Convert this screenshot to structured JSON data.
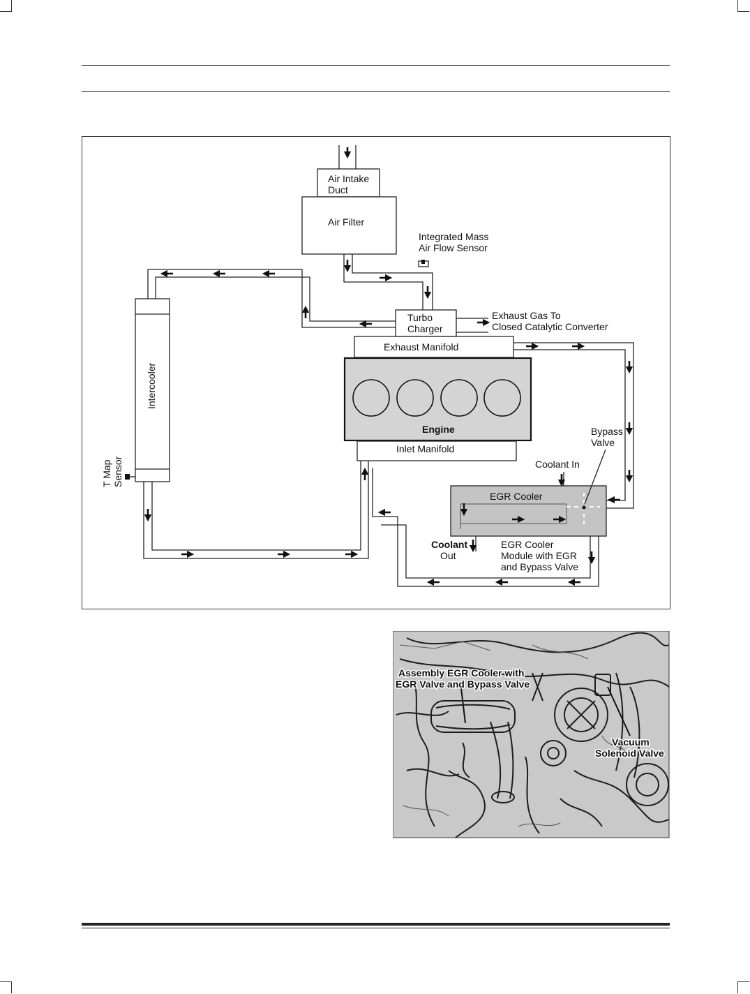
{
  "diagram": {
    "labels": {
      "air_intake_duct_1": "Air Intake",
      "air_intake_duct_2": "Duct",
      "air_filter": "Air Filter",
      "maf_1": "Integrated Mass",
      "maf_2": "Air Flow Sensor",
      "turbo_1": "Turbo",
      "turbo_2": "Charger",
      "exhaust_gas_1": "Exhaust Gas To",
      "exhaust_gas_2": "Closed Catalytic Converter",
      "exhaust_manifold": "Exhaust Manifold",
      "engine": "Engine",
      "inlet_manifold": "Inlet Manifold",
      "intercooler": "Intercooler",
      "tmap_1": "T Map",
      "tmap_2": "Sensor",
      "bypass_1": "Bypass",
      "bypass_2": "Valve",
      "coolant_in": "Coolant In",
      "egr_cooler": "EGR Cooler",
      "coolant_out_1": "Coolant",
      "coolant_out_2": "Out",
      "egr_module_1": "EGR Cooler",
      "egr_module_2": "Module with EGR",
      "egr_module_3": "and Bypass Valve"
    }
  },
  "photo": {
    "callout_assembly_1": "Assembly EGR Cooler with",
    "callout_assembly_2": "EGR Valve and Bypass Valve",
    "callout_vacuum_1": "Vacuum",
    "callout_vacuum_2": "Solenoid Valve"
  }
}
